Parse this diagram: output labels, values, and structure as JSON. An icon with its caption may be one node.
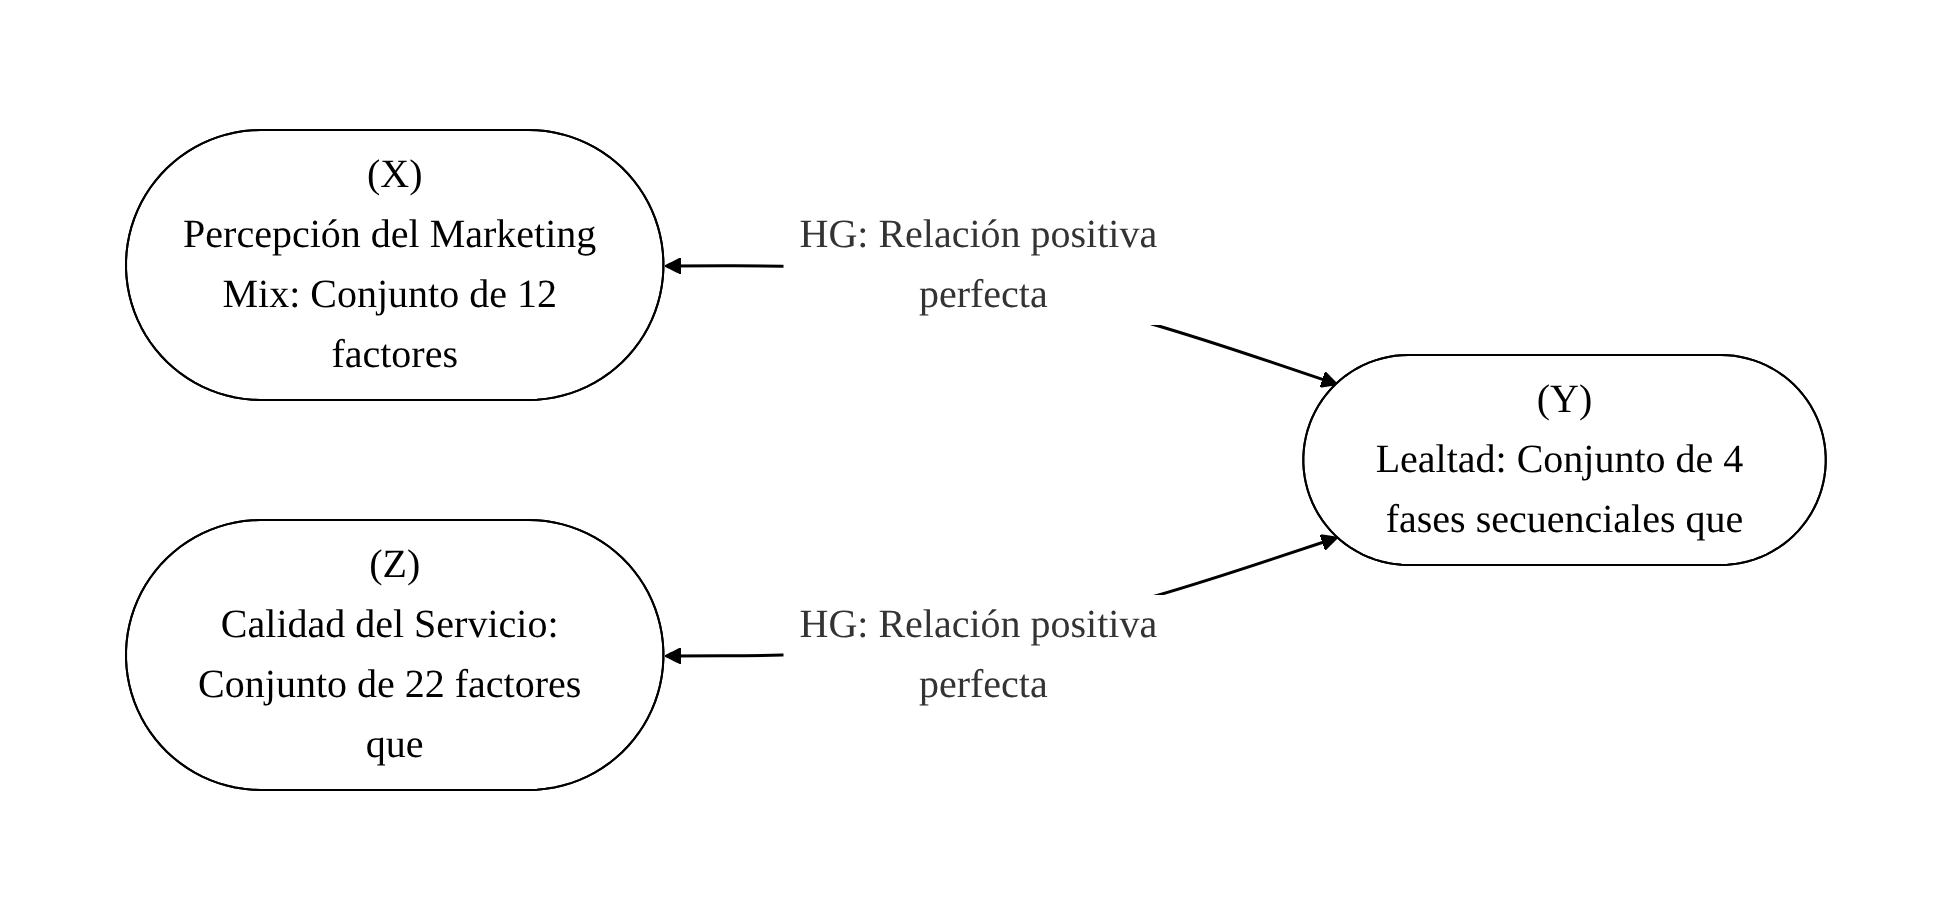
{
  "diagram": {
    "nodes": [
      {
        "text": [
          "(X)",
          "Percepción del Marketing Mix: Conjunto de 12 factores"
        ]
      },
      {
        "text": [
          "(Y)",
          "Lealtad: Conjunto de 4 fases secuenciales que"
        ]
      },
      {
        "text": [
          "(Z)",
          "Calidad del Servicio: Conjunto de 22 factores que"
        ]
      }
    ],
    "edges": [
      {
        "from": 0,
        "to": 1,
        "arrow": "both",
        "label": "HG: Relación positiva perfecta"
      },
      {
        "from": 2,
        "to": 1,
        "arrow": "both",
        "label": "HG: Relación positiva perfecta"
      }
    ]
  }
}
